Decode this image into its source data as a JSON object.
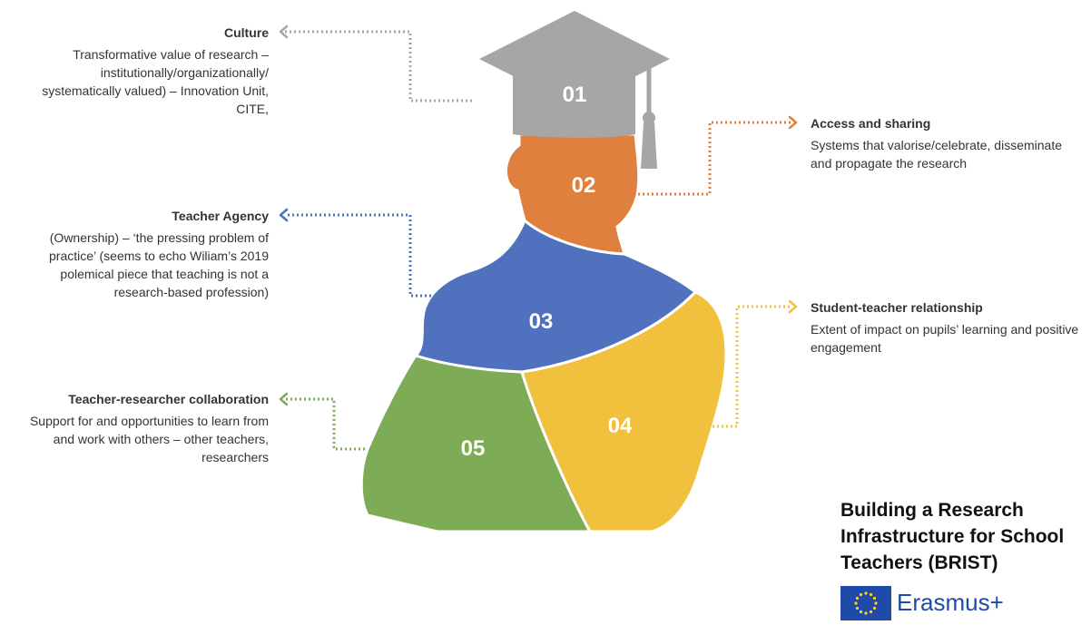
{
  "segments": [
    {
      "number": "01",
      "heading": "Culture",
      "text": "Transformative value of research – institutionally/organizationally/ systematically valued) – Innovation Unit, CITE,",
      "color": "#a6a6a6"
    },
    {
      "number": "02",
      "heading": "Access and sharing",
      "text": "Systems that valorise/celebrate, disseminate and propagate the research",
      "color": "#e0803f"
    },
    {
      "number": "03",
      "heading": "Teacher Agency",
      "text": "(Ownership) – ‘the pressing problem of practice’ (seems to echo Wiliam’s 2019 polemical piece that teaching is not a research-based profession)",
      "color": "#4f71be"
    },
    {
      "number": "04",
      "heading": "Student-teacher relationship",
      "text": "Extent of impact on pupils’ learning and positive engagement",
      "color": "#f1c13e"
    },
    {
      "number": "05",
      "heading": "Teacher-researcher collaboration",
      "text": "Support for and opportunities to learn from and work with others – other teachers, researchers",
      "color": "#7eab55"
    }
  ],
  "branding": {
    "title": "Building a Research Infrastructure for School Teachers (BRIST)",
    "logo_text": "Erasmus+",
    "flag_color": "#1f4aa8"
  }
}
